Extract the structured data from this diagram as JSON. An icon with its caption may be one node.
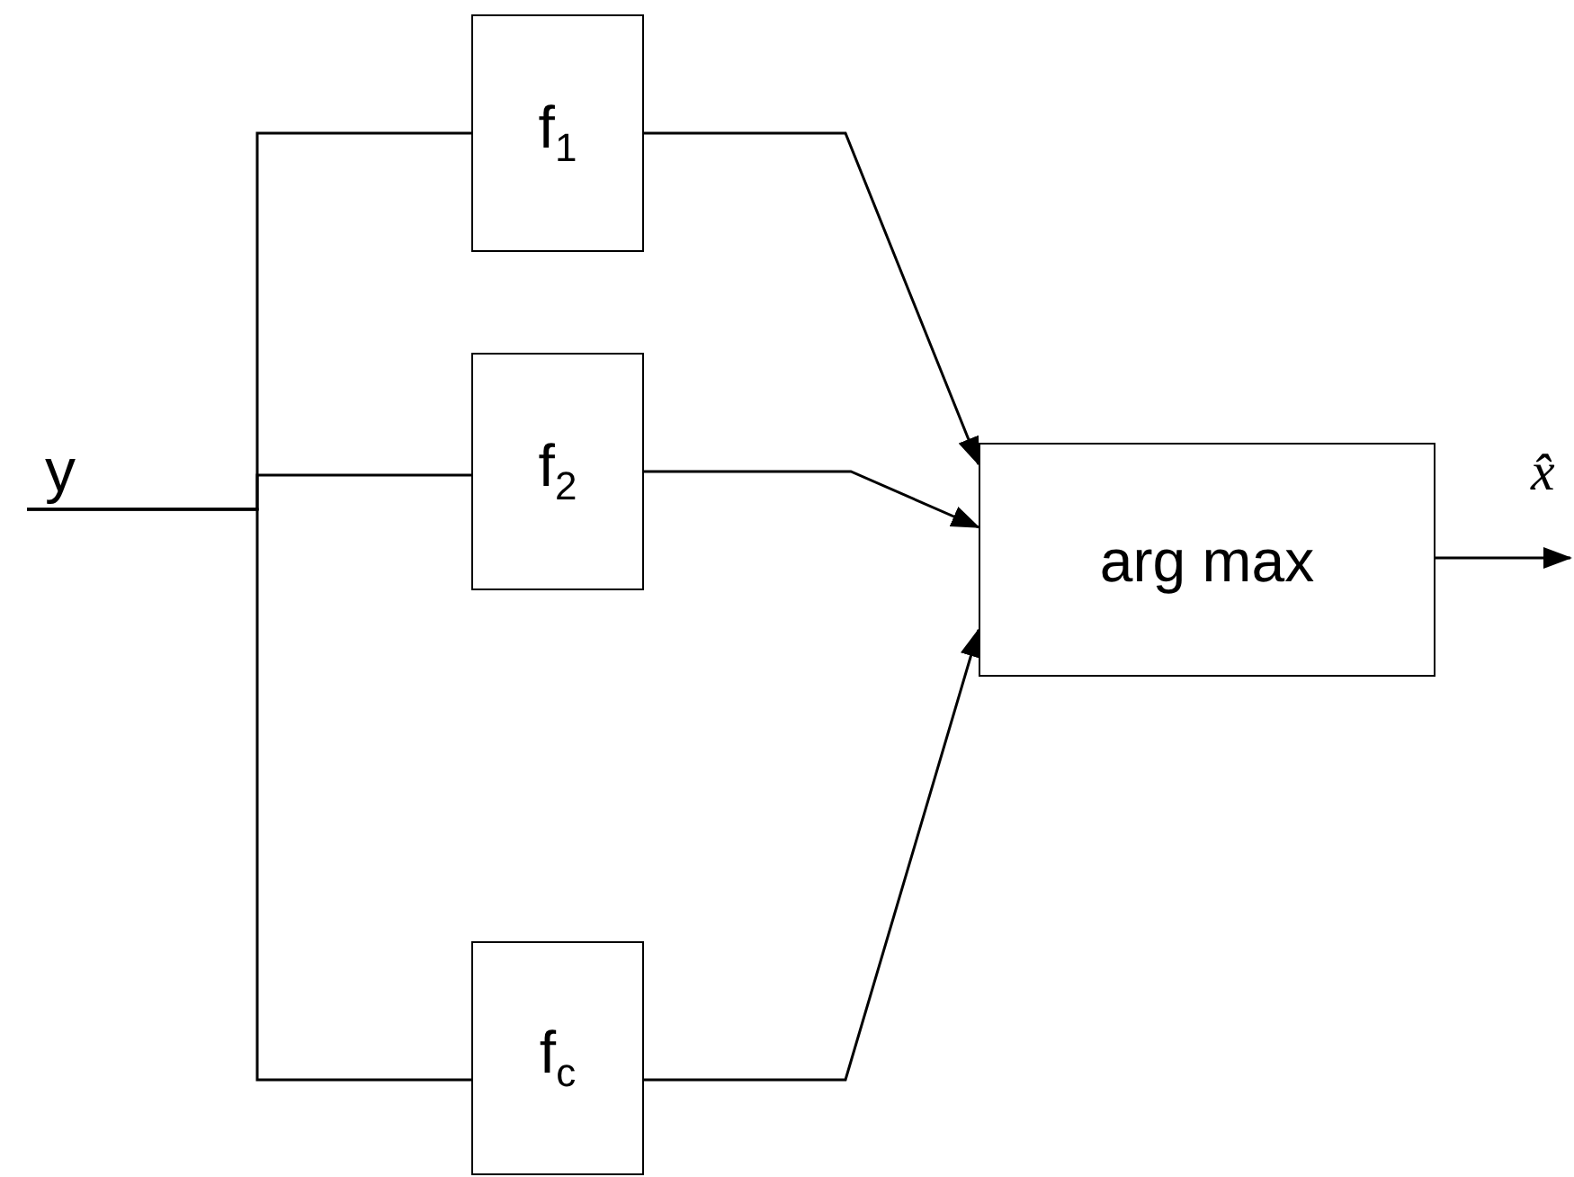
{
  "diagram": {
    "nodes": [
      {
        "text": [
          "f$_{1}$"
        ]
      },
      {
        "text": [
          "f$_{2}$"
        ]
      },
      {
        "text": [
          "f$_{c}$"
        ]
      },
      {
        "text": [
          "arg max"
        ]
      }
    ],
    "edges": [
      {
        "from": null,
        "to": 0,
        "arrow": "none"
      },
      {
        "from": null,
        "to": 1,
        "arrow": "none"
      },
      {
        "from": null,
        "to": 2,
        "arrow": "none"
      },
      {
        "from": 0,
        "to": 3,
        "arrow": "to"
      },
      {
        "from": 1,
        "to": 3,
        "arrow": "to"
      },
      {
        "from": 2,
        "to": 3,
        "arrow": "to"
      },
      {
        "from": 3,
        "to": null,
        "arrow": "to",
        "label": "x̂"
      }
    ],
    "labels": [
      "y"
    ]
  }
}
